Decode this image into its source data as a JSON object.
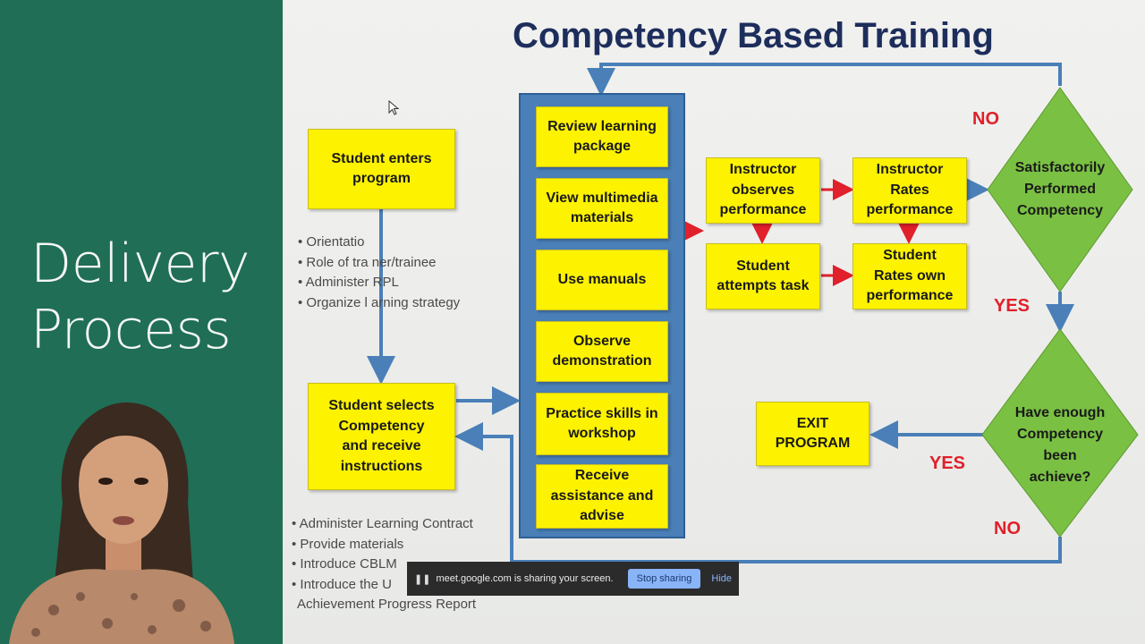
{
  "left_panel": {
    "title": "Delivery\nProcess"
  },
  "slide": {
    "heading": "Competency Based Training",
    "boxes": {
      "student_enters": "Student enters\nprogram",
      "student_selects": "Student selects\nCompetency\nand receive\ninstructions",
      "review": "Review learning\npackage",
      "view_multimedia": "View multimedia\nmaterials",
      "use_manuals": "Use manuals",
      "observe_demo": "Observe\ndemonstration",
      "practice": "Practice skills in\nworkshop",
      "receive": "Receive\nassistance and\nadvise",
      "instr_observes": "Instructor\nobserves\nperformance",
      "instr_rates": "Instructor\nRates\nperformance",
      "student_attempts": "Student\nattempts task",
      "student_rates": "Student\nRates own\nperformance",
      "exit": "EXIT\nPROGRAM"
    },
    "diamonds": {
      "satisfactory": "Satisfactorily\nPerformed\nCompetency",
      "enough": "Have enough\nCompetency\nbeen\nachieve?"
    },
    "labels": {
      "no_top": "NO",
      "yes_mid": "YES",
      "yes_left": "YES",
      "no_bottom": "NO"
    },
    "bullets_top": [
      "Orientatio",
      "Role of tra ner/trainee",
      "Administer RPL",
      "Organize l arning strategy"
    ],
    "bullets_bottom": [
      "Administer Learning Contract",
      "Provide materials",
      "Introduce CBLM",
      "Introduce the U"
    ],
    "bullets_bottom_tail": "Achievement Progress Report"
  },
  "share_bar": {
    "pause_icon": "❚❚",
    "message": "meet.google.com is sharing your screen.",
    "stop_label": "Stop sharing",
    "hide_label": "Hide"
  },
  "colors": {
    "left_bg": "#1f6e55",
    "box": "#fdf200",
    "diamond": "#7ac143",
    "arrow_blue": "#4a7fb8",
    "arrow_red": "#e0202a",
    "heading": "#1d2e5c"
  }
}
